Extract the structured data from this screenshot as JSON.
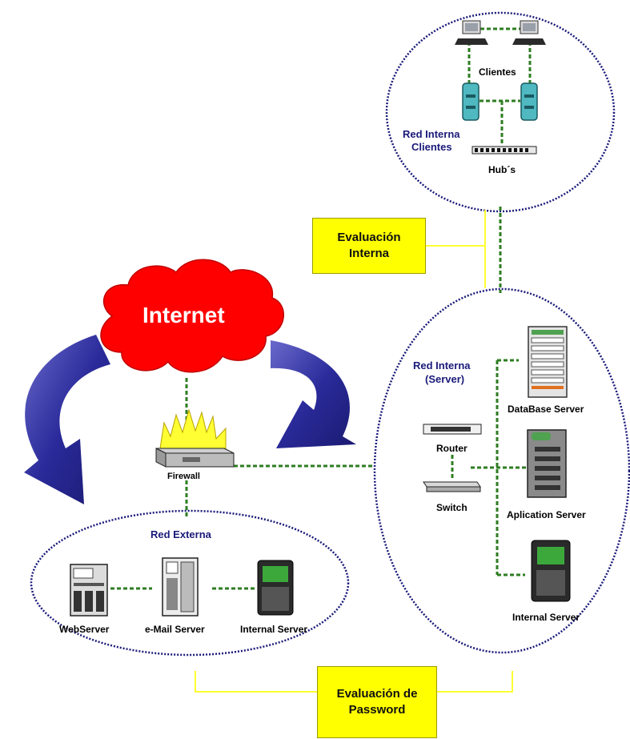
{
  "clientes_zone": {
    "title_line1": "Red Interna",
    "title_line2": "Clientes",
    "clients_label": "Clientes",
    "hubs_label": "Hub´s"
  },
  "evaluacion_interna": {
    "line1": "Evaluación",
    "line2": "Interna"
  },
  "internet": {
    "label": "Internet"
  },
  "firewall": {
    "label": "Firewall"
  },
  "server_zone": {
    "title_line1": "Red Interna",
    "title_line2": "(Server)",
    "database_label": "DataBase Server",
    "router_label": "Router",
    "switch_label": "Switch",
    "application_label": "Aplication Server",
    "internal_label": "Internal Server"
  },
  "externa_zone": {
    "title": "Red Externa",
    "webserver_label": "WebServer",
    "email_label": "e-Mail Server",
    "internal_label": "Internal Server"
  },
  "evaluacion_password": {
    "line1": "Evaluación de",
    "line2": "Password"
  },
  "colors": {
    "zone_border": "#1a1a7a",
    "link_green": "#2e7d22",
    "cloud_red": "#ff0000",
    "arrow_blue": "#2a2a9a",
    "box_yellow": "#ffff00",
    "wire_yellow": "#ffff33"
  }
}
